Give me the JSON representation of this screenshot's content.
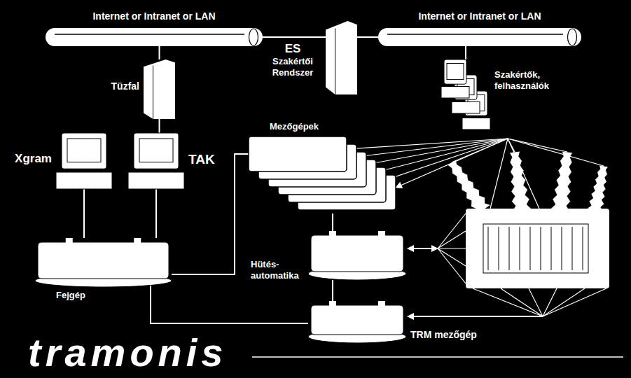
{
  "diagram": {
    "nodes": [
      {
        "text": [
          "Internet or Intranet or LAN"
        ]
      },
      {
        "text": [
          "ES",
          "Szakértői Rendszer"
        ]
      },
      {
        "text": [
          "Internet or Intranet or LAN"
        ]
      },
      {
        "text": [
          "Szakértők, felhasználók"
        ]
      },
      {
        "text": [
          "Tüzfal"
        ]
      },
      {
        "text": [
          "Mezőgépek"
        ]
      },
      {
        "text": [
          "Xgram"
        ]
      },
      {
        "text": [
          "TAK"
        ]
      },
      {
        "text": [
          "Hütés- automatika"
        ]
      },
      {
        "text": [
          "Fejgép"
        ]
      },
      {
        "text": [
          "TRM mezőgép"
        ]
      }
    ],
    "edges": [
      {
        "from": 0,
        "to": 1,
        "arrow": "none"
      },
      {
        "from": 1,
        "to": 2,
        "arrow": "none"
      },
      {
        "from": 2,
        "to": 3,
        "arrow": "none"
      },
      {
        "from": 0,
        "to": 4,
        "arrow": "none"
      },
      {
        "from": 4,
        "to": 7,
        "arrow": "none"
      },
      {
        "from": 6,
        "to": 9,
        "arrow": "none"
      },
      {
        "from": 7,
        "to": 9,
        "arrow": "none"
      },
      {
        "from": 9,
        "to": 5,
        "arrow": "none"
      },
      {
        "from": 9,
        "to": 10,
        "arrow": "none"
      },
      {
        "from": 5,
        "to": 8,
        "arrow": "none"
      },
      {
        "from": 8,
        "to": 10,
        "arrow": "none"
      }
    ],
    "labels": [
      "tramonis"
    ]
  }
}
